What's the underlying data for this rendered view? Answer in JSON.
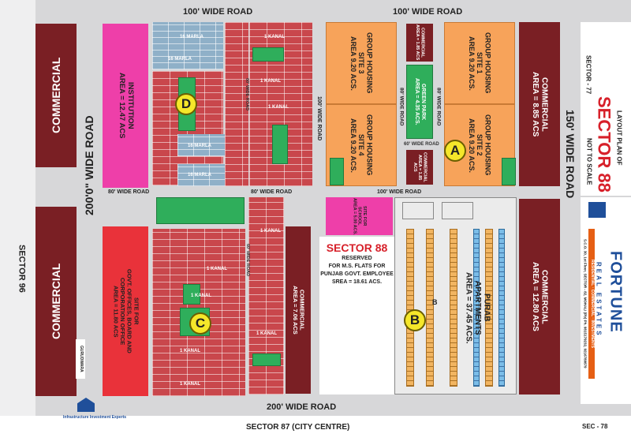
{
  "layout_title": {
    "line1": "LAYOUT PLAN OF",
    "line2": "SECTOR 88",
    "line3": "NOT TO SCALE"
  },
  "roads": {
    "top_left": "100' WIDE ROAD",
    "top_right": "100' WIDE ROAD",
    "left_vertical": "200'0\" WIDE ROAD",
    "right_vertical": "150' WIDE ROAD",
    "bottom": "200' WIDE ROAD",
    "mid_left": "80' WIDE ROAD",
    "mid_center": "80' WIDE ROAD",
    "mid_right": "100' WIDE ROAD",
    "center_vertical": "100' WIDE ROAD",
    "housing_vertical_left": "80' WIDE ROAD",
    "housing_vertical_right": "80' WIDE ROAD",
    "housing_horizontal": "60' WIDE ROAD",
    "inner_60_1": "60' WIDE ROAD",
    "inner_60_2": "60' WIDE ROAD"
  },
  "neighbours": {
    "sector_77": "SECTOR - 77",
    "sector_96": "SECTOR 96",
    "sector_87": "SECTOR 87 (CITY CENTRE)",
    "sector_78": "SEC - 78"
  },
  "zones": {
    "commercial_left": "COMMERCIAL",
    "commercial_left_lower": "COMMERCIAL",
    "commercial_right_top": "COMMERCIAL\nAREA = 8.85 ACS",
    "commercial_right_bottom": "COMMERCIAL\nAREA = 12.80 ACS",
    "commercial_mid": "COMMERCIAL\nAREA = 7.06 ACS",
    "commercial_small_1": "COMMERCIAL\nAREA = 1.85 ACS",
    "commercial_small_2": "COMMERCIAL\nAREA = 1.85 ACS",
    "institution": "INSTITUTION\nAREA = 12.47 ACS",
    "govt_offices": "SITE FOR\nGOVT. OFFICES, BOARD AND\nCORPORATION OFFICE\nAREA = 11.80 ACS",
    "group_housing_3": "GROUP HOUSING\nSITE 3\nAREA 9.20 ACS.",
    "group_housing_4": "GROUP HOUSING\nSITE 4\nAREA 9.20 ACS.",
    "group_housing_1": "GROUP HOUSING\nSITE 1\nAREA 9.20 ACS.",
    "group_housing_2": "GROUP HOUSING\nSITE 2\nAREA 9.20 ACS.",
    "green_park": "GREEN PARK\nAREA = 4.35 ACS.",
    "school": "SITE FOR\nSCHOOL\nAREA = 5.00 ACS.",
    "gurudwara": "GURUDWARA",
    "purab": "PURAB\nAPARTMENTS\nAREA = 37.45 ACS."
  },
  "reserved_box": {
    "title": "SECTOR 88",
    "line1": "RESERVED",
    "line2": "FOR M.S. FLATS FOR",
    "line3": "PUNJAB GOVT. EMPLOYEE",
    "line4": "SREA = 18.61 ACS."
  },
  "plot_labels": {
    "marla_1": "16 MARLA",
    "marla_2": "16 MARLA",
    "marla_3": "16 MARLA",
    "marla_4": "16 MARLA",
    "kanal_1": "1 KANAL",
    "kanal_2": "1 KANAL",
    "kanal_3": "1 KANAL",
    "kanal_4": "1 KANAL",
    "kanal_5": "1 KANAL",
    "kanal_6": "1 KANAL",
    "kanal_7": "1 KANAL",
    "kanal_8": "1 KANAL",
    "kanal_9": "1 KANAL"
  },
  "markers": {
    "a": "A",
    "b": "B",
    "b_small": "B",
    "c": "C",
    "d": "D"
  },
  "brand": {
    "name": "FORTUNE",
    "sub": "REAL ESTATES",
    "tagline": "RESIDENTIAL · COMMERCIAL · INVESTMENTS",
    "address": "S.C.O. 30, 1st Floor, SECTOR - 82, MOHALI (Pb) Ph. 9815179232, 9216789879",
    "logo_caption": "Infrastructure Investment Experts"
  },
  "colors": {
    "commercial": "#7a1f24",
    "group_housing": "#f7a35a",
    "institution": "#ee3fa9",
    "govt": "#e9323a",
    "green": "#2fae5b",
    "marker": "#f5e72a",
    "title_red": "#d7202a"
  }
}
